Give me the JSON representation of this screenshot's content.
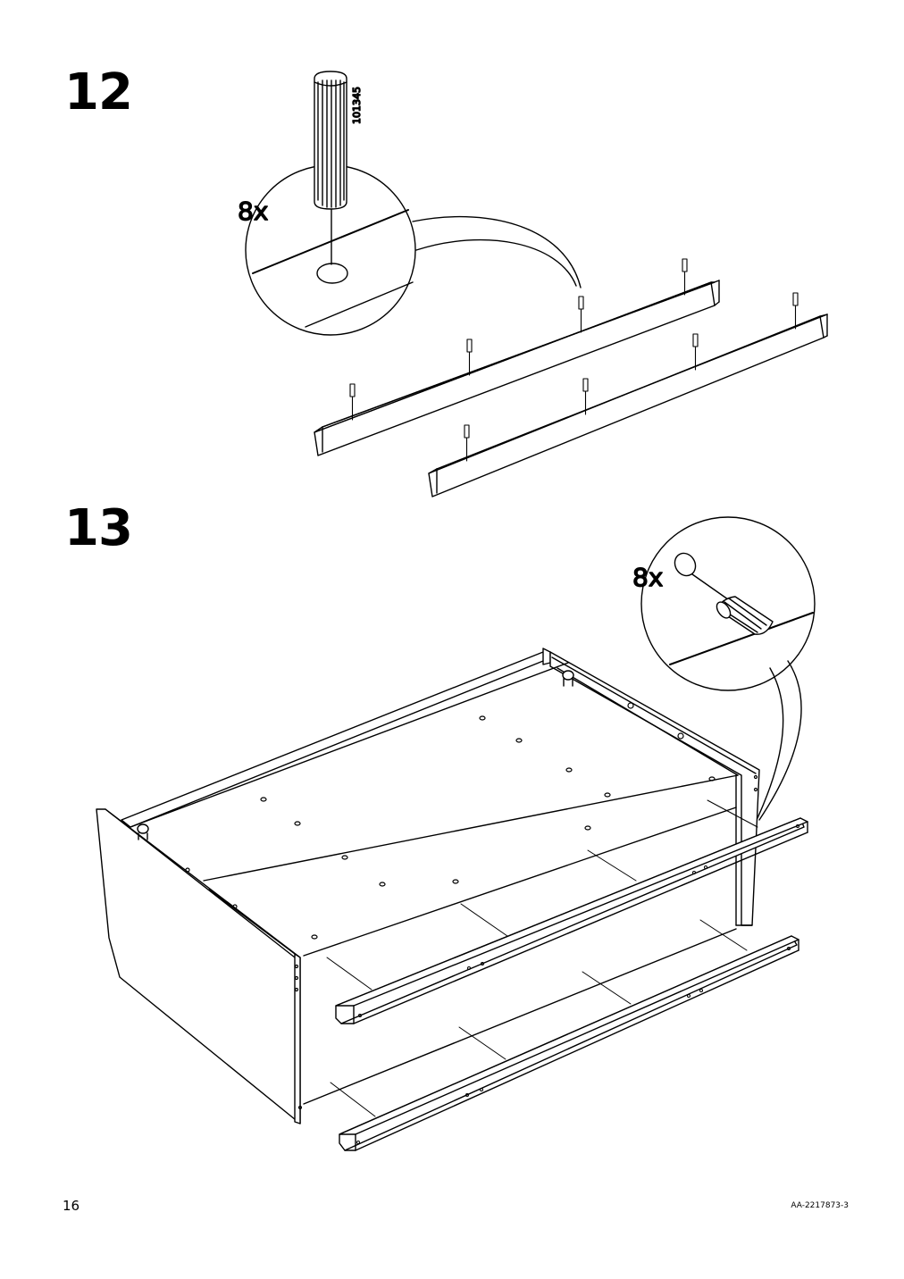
{
  "steps": [
    {
      "number": "12",
      "quantity": "8x",
      "part_number": "101345"
    },
    {
      "number": "13",
      "quantity": "8x"
    }
  ],
  "footer": {
    "page_number": "16",
    "document_code": "AA-2217873-3"
  },
  "icons": [
    "wooden-dowel-icon",
    "detail-callout-icon"
  ]
}
